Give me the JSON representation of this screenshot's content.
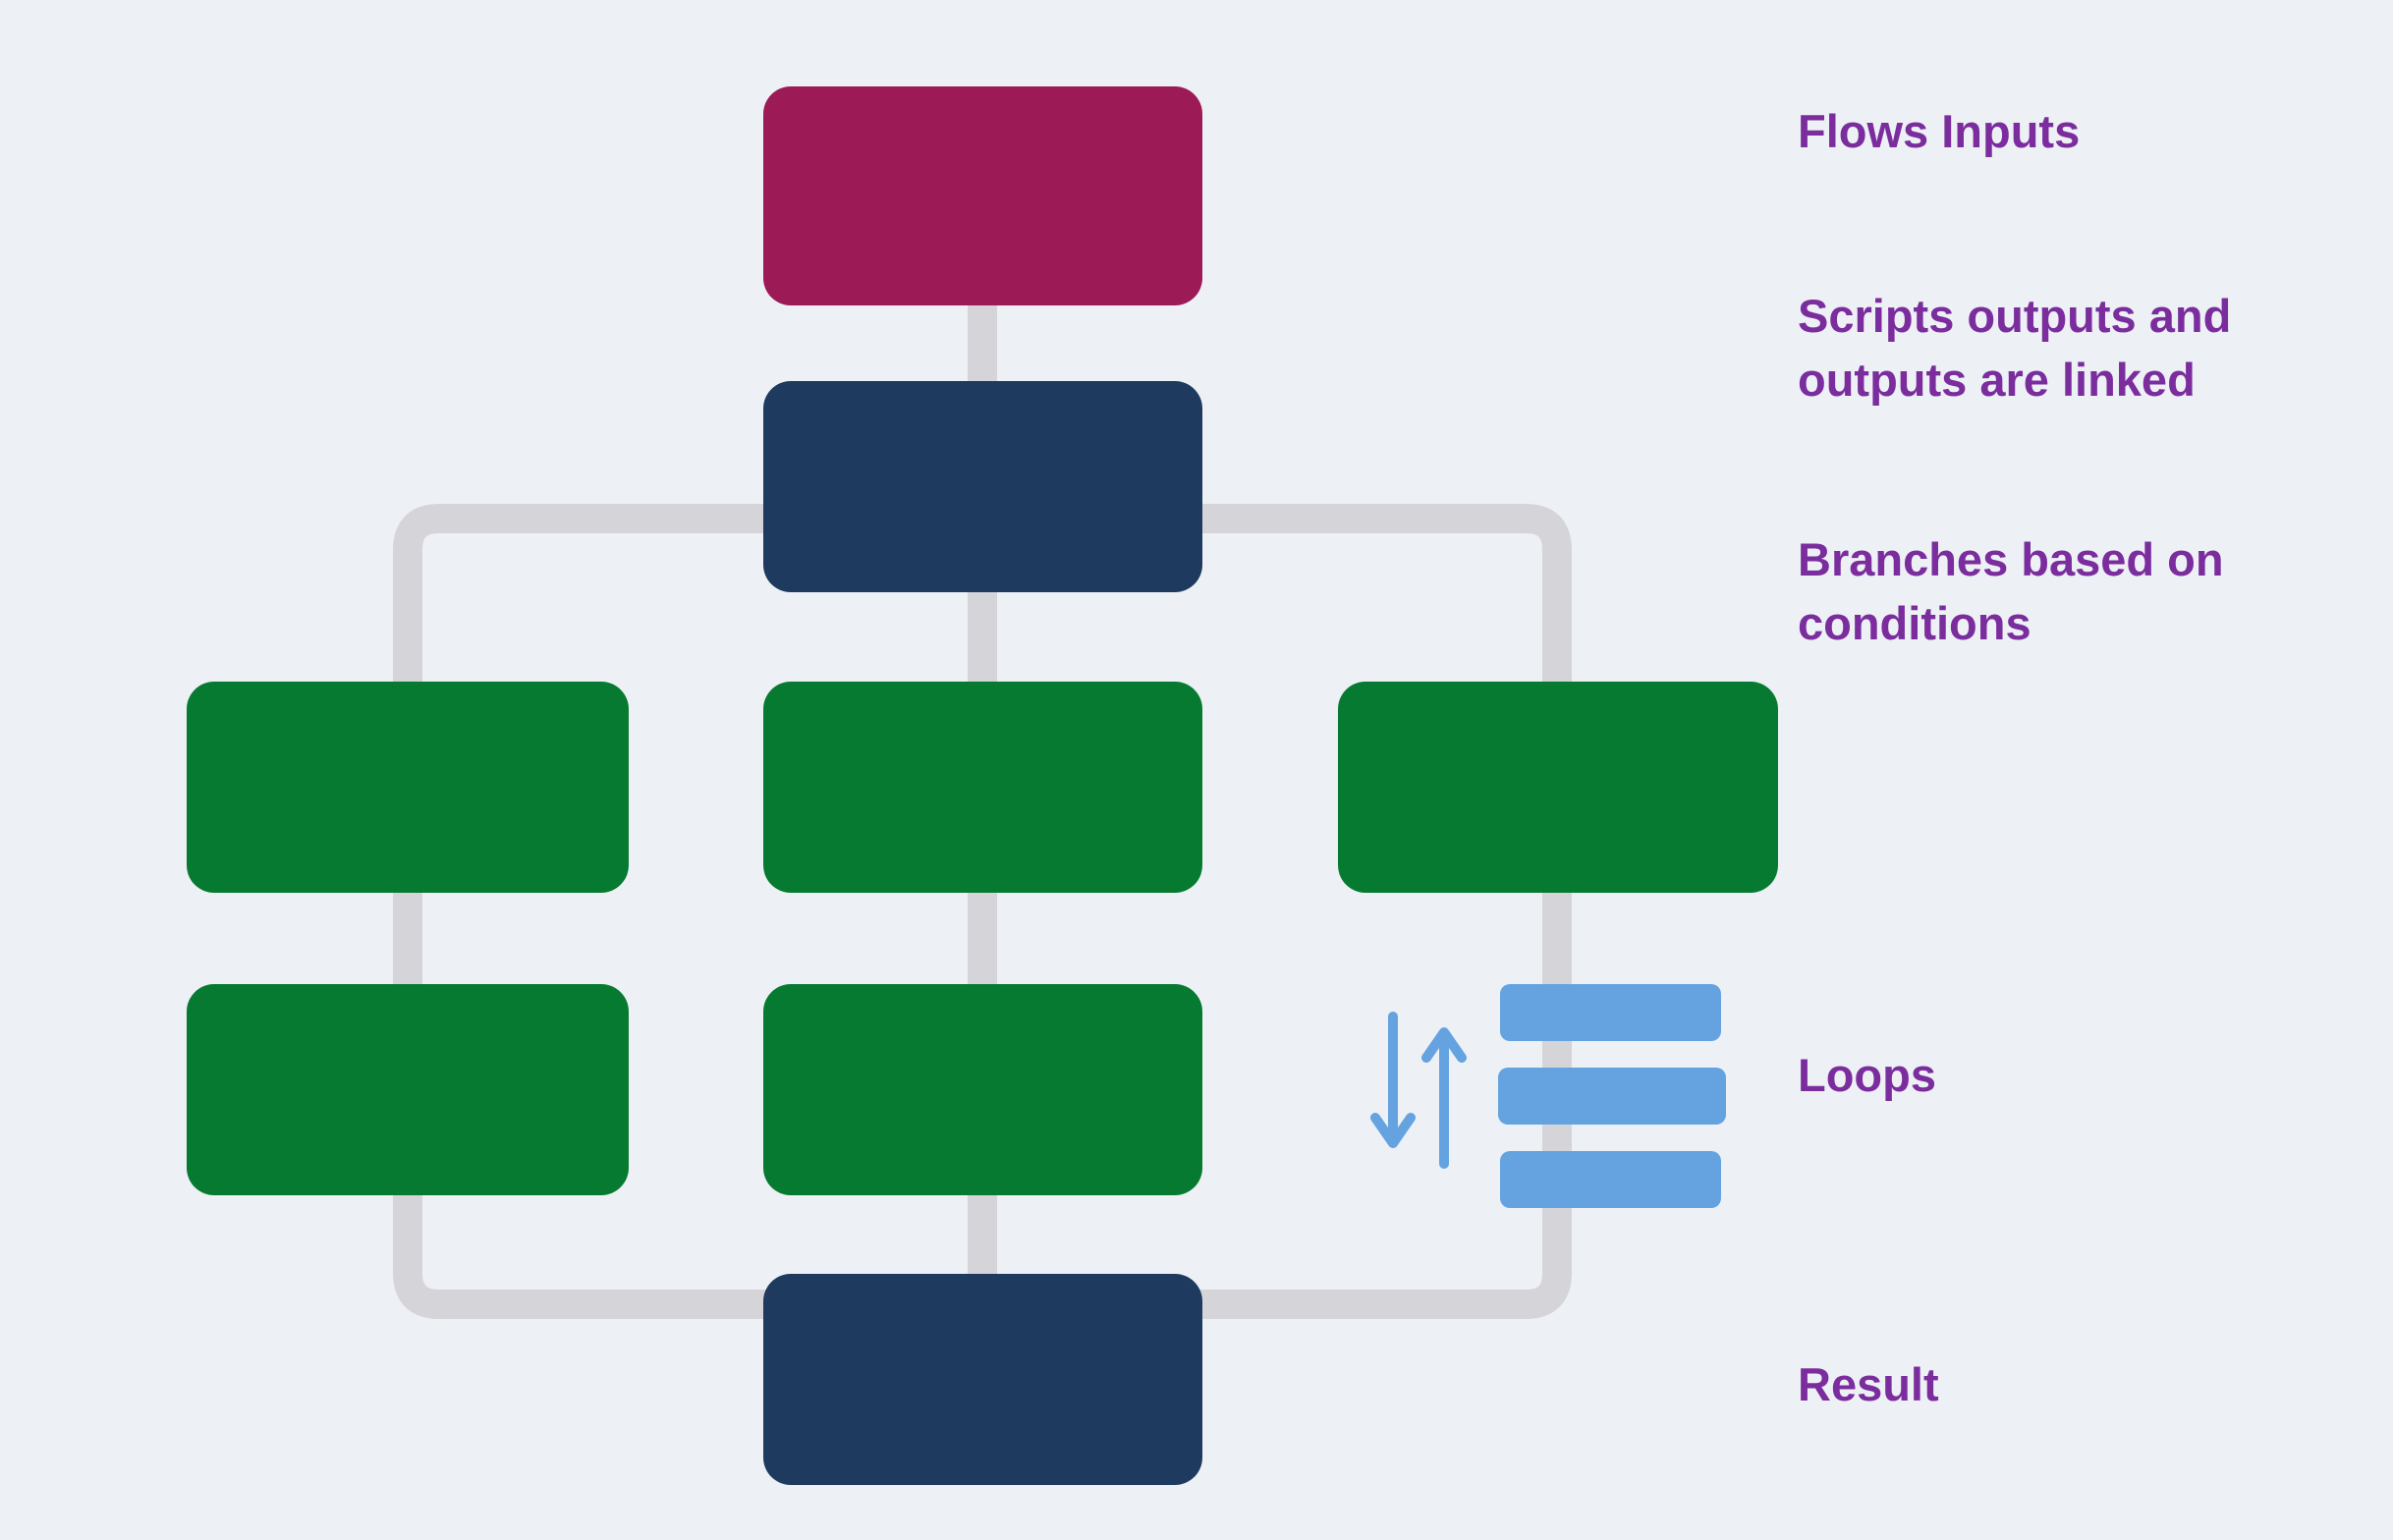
{
  "diagram": {
    "labels": {
      "flows_inputs": "Flows Inputs",
      "scripts_outputs": "Scripts outputs and\noutputs are linked",
      "branches": "Branches based on\nconditions",
      "loops": "Loops",
      "result": "Result"
    },
    "colors": {
      "background": "#edf1f6",
      "input_node": "#9c1a56",
      "script_node": "#1e3a5f",
      "branch_node": "#067a30",
      "connector": "#d5d4d8",
      "label_text": "#7b2d9e",
      "loop_icon_blue": "#64a3e0"
    },
    "nodes": [
      {
        "id": "input",
        "type": "input",
        "color": "#9c1a56"
      },
      {
        "id": "script-top",
        "type": "script",
        "color": "#1e3a5f"
      },
      {
        "id": "branch-left",
        "type": "branch",
        "color": "#067a30"
      },
      {
        "id": "branch-center",
        "type": "branch",
        "color": "#067a30"
      },
      {
        "id": "branch-right",
        "type": "branch",
        "color": "#067a30"
      },
      {
        "id": "branch-left-2",
        "type": "branch",
        "color": "#067a30"
      },
      {
        "id": "branch-center-2",
        "type": "branch",
        "color": "#067a30"
      },
      {
        "id": "result",
        "type": "script",
        "color": "#1e3a5f"
      }
    ]
  }
}
